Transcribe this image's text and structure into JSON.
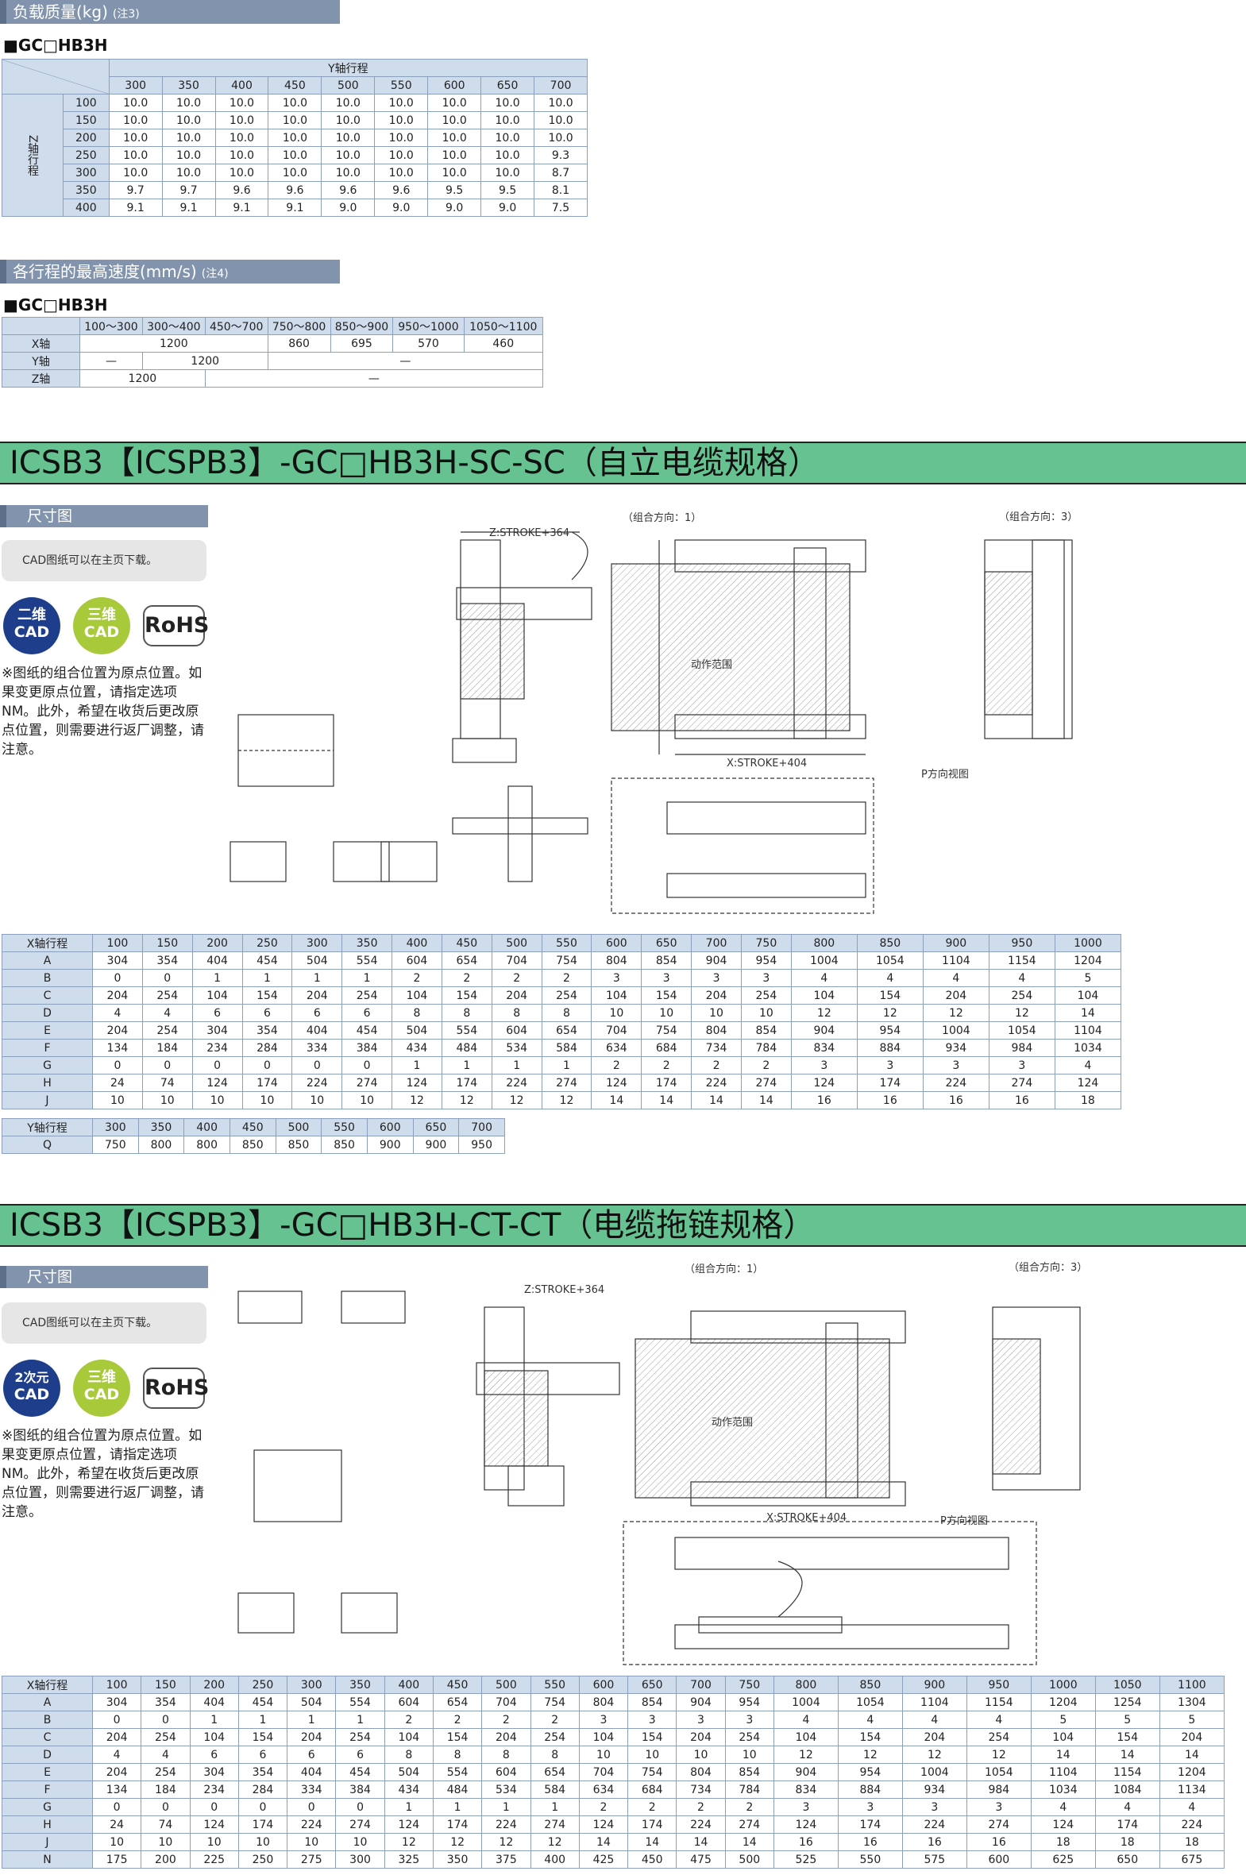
{
  "load": {
    "title": "负载质量(kg)",
    "note": "(注3)",
    "model": "■GC□HB3H",
    "y_header": "Y轴行程",
    "z_label": "Z轴行程",
    "y_strokes": [
      "300",
      "350",
      "400",
      "450",
      "500",
      "550",
      "600",
      "650",
      "700"
    ],
    "rows": [
      {
        "z": "100",
        "v": [
          "10.0",
          "10.0",
          "10.0",
          "10.0",
          "10.0",
          "10.0",
          "10.0",
          "10.0",
          "10.0"
        ]
      },
      {
        "z": "150",
        "v": [
          "10.0",
          "10.0",
          "10.0",
          "10.0",
          "10.0",
          "10.0",
          "10.0",
          "10.0",
          "10.0"
        ]
      },
      {
        "z": "200",
        "v": [
          "10.0",
          "10.0",
          "10.0",
          "10.0",
          "10.0",
          "10.0",
          "10.0",
          "10.0",
          "10.0"
        ]
      },
      {
        "z": "250",
        "v": [
          "10.0",
          "10.0",
          "10.0",
          "10.0",
          "10.0",
          "10.0",
          "10.0",
          "10.0",
          "9.3"
        ]
      },
      {
        "z": "300",
        "v": [
          "10.0",
          "10.0",
          "10.0",
          "10.0",
          "10.0",
          "10.0",
          "10.0",
          "10.0",
          "8.7"
        ]
      },
      {
        "z": "350",
        "v": [
          "9.7",
          "9.7",
          "9.6",
          "9.6",
          "9.6",
          "9.6",
          "9.5",
          "9.5",
          "8.1"
        ]
      },
      {
        "z": "400",
        "v": [
          "9.1",
          "9.1",
          "9.1",
          "9.1",
          "9.0",
          "9.0",
          "9.0",
          "9.0",
          "7.5"
        ]
      }
    ]
  },
  "speed": {
    "title": "各行程的最高速度(mm/s)",
    "note": "(注4)",
    "model": "■GC□HB3H",
    "headers": [
      "100～300",
      "300～400",
      "450～700",
      "750～800",
      "850～900",
      "950～1000",
      "1050～1100"
    ],
    "x_label": "X轴",
    "x_a": "1200",
    "x_b": "860",
    "x_c": "695",
    "x_d": "570",
    "x_e": "460",
    "y_label": "Y轴",
    "y_a": "—",
    "y_b": "1200",
    "y_c": "—",
    "z_label": "Z轴",
    "z_a": "1200",
    "z_b": "—"
  },
  "sc": {
    "title": "ICSB3【ICSPB3】-GC□HB3H-SC-SC（自立电缆规格）",
    "dim_label": "尺寸图",
    "cad_note": "CAD图纸可以在主页下载。",
    "badge1_l1": "二维",
    "badge1_l2": "CAD",
    "badge2_l1": "三维",
    "badge2_l2": "CAD",
    "rohs": "RoHS",
    "note": "※图纸的组合位置为原点位置。如果变更原点位置，请指定选项NM。此外，希望在收货后更改原点位置，则需要进行返厂调整，请注意。",
    "combo1": "（组合方向：1）",
    "combo3": "（组合方向：3）",
    "motion": "动作范围",
    "stroke_top": "Z:STROKE+364",
    "xstroke": "X:STROKE+404",
    "pview": "P方向视图",
    "x_table": {
      "head": "X轴行程",
      "cols": [
        "100",
        "150",
        "200",
        "250",
        "300",
        "350",
        "400",
        "450",
        "500",
        "550",
        "600",
        "650",
        "700",
        "750",
        "800",
        "850",
        "900",
        "950",
        "1000"
      ],
      "rows": [
        {
          "k": "A",
          "v": [
            "304",
            "354",
            "404",
            "454",
            "504",
            "554",
            "604",
            "654",
            "704",
            "754",
            "804",
            "854",
            "904",
            "954",
            "1004",
            "1054",
            "1104",
            "1154",
            "1204"
          ]
        },
        {
          "k": "B",
          "v": [
            "0",
            "0",
            "1",
            "1",
            "1",
            "1",
            "2",
            "2",
            "2",
            "2",
            "3",
            "3",
            "3",
            "3",
            "4",
            "4",
            "4",
            "4",
            "5"
          ]
        },
        {
          "k": "C",
          "v": [
            "204",
            "254",
            "104",
            "154",
            "204",
            "254",
            "104",
            "154",
            "204",
            "254",
            "104",
            "154",
            "204",
            "254",
            "104",
            "154",
            "204",
            "254",
            "104"
          ]
        },
        {
          "k": "D",
          "v": [
            "4",
            "4",
            "6",
            "6",
            "6",
            "6",
            "8",
            "8",
            "8",
            "8",
            "10",
            "10",
            "10",
            "10",
            "12",
            "12",
            "12",
            "12",
            "14"
          ]
        },
        {
          "k": "E",
          "v": [
            "204",
            "254",
            "304",
            "354",
            "404",
            "454",
            "504",
            "554",
            "604",
            "654",
            "704",
            "754",
            "804",
            "854",
            "904",
            "954",
            "1004",
            "1054",
            "1104"
          ]
        },
        {
          "k": "F",
          "v": [
            "134",
            "184",
            "234",
            "284",
            "334",
            "384",
            "434",
            "484",
            "534",
            "584",
            "634",
            "684",
            "734",
            "784",
            "834",
            "884",
            "934",
            "984",
            "1034"
          ]
        },
        {
          "k": "G",
          "v": [
            "0",
            "0",
            "0",
            "0",
            "0",
            "0",
            "1",
            "1",
            "1",
            "1",
            "2",
            "2",
            "2",
            "2",
            "3",
            "3",
            "3",
            "3",
            "4"
          ]
        },
        {
          "k": "H",
          "v": [
            "24",
            "74",
            "124",
            "174",
            "224",
            "274",
            "124",
            "174",
            "224",
            "274",
            "124",
            "174",
            "224",
            "274",
            "124",
            "174",
            "224",
            "274",
            "124"
          ]
        },
        {
          "k": "J",
          "v": [
            "10",
            "10",
            "10",
            "10",
            "10",
            "10",
            "12",
            "12",
            "12",
            "12",
            "14",
            "14",
            "14",
            "14",
            "16",
            "16",
            "16",
            "16",
            "18"
          ]
        }
      ]
    },
    "y_table": {
      "head": "Y轴行程",
      "cols": [
        "300",
        "350",
        "400",
        "450",
        "500",
        "550",
        "600",
        "650",
        "700"
      ],
      "rows": [
        {
          "k": "Q",
          "v": [
            "750",
            "800",
            "800",
            "850",
            "850",
            "850",
            "900",
            "900",
            "950"
          ]
        }
      ]
    }
  },
  "ct": {
    "title": "ICSB3【ICSPB3】-GC□HB3H-CT-CT（电缆拖链规格）",
    "dim_label": "尺寸图",
    "cad_note": "CAD图纸可以在主页下载。",
    "badge1_l1": "2次元",
    "badge1_l2": "CAD",
    "badge2_l1": "三维",
    "badge2_l2": "CAD",
    "rohs": "RoHS",
    "note": "※图纸的组合位置为原点位置。如果变更原点位置，请指定选项NM。此外，希望在收货后更改原点位置，则需要进行返厂调整，请注意。",
    "combo1": "（组合方向：1）",
    "combo3": "（组合方向：3）",
    "motion": "动作范围",
    "stroke_top": "Z:STROKE+364",
    "xstroke": "X:STROKE+404",
    "pview": "P方向视图",
    "x_table": {
      "head": "X轴行程",
      "cols": [
        "100",
        "150",
        "200",
        "250",
        "300",
        "350",
        "400",
        "450",
        "500",
        "550",
        "600",
        "650",
        "700",
        "750",
        "800",
        "850",
        "900",
        "950",
        "1000",
        "1050",
        "1100"
      ],
      "rows": [
        {
          "k": "A",
          "v": [
            "304",
            "354",
            "404",
            "454",
            "504",
            "554",
            "604",
            "654",
            "704",
            "754",
            "804",
            "854",
            "904",
            "954",
            "1004",
            "1054",
            "1104",
            "1154",
            "1204",
            "1254",
            "1304"
          ]
        },
        {
          "k": "B",
          "v": [
            "0",
            "0",
            "1",
            "1",
            "1",
            "1",
            "2",
            "2",
            "2",
            "2",
            "3",
            "3",
            "3",
            "3",
            "4",
            "4",
            "4",
            "4",
            "5",
            "5",
            "5"
          ]
        },
        {
          "k": "C",
          "v": [
            "204",
            "254",
            "104",
            "154",
            "204",
            "254",
            "104",
            "154",
            "204",
            "254",
            "104",
            "154",
            "204",
            "254",
            "104",
            "154",
            "204",
            "254",
            "104",
            "154",
            "204"
          ]
        },
        {
          "k": "D",
          "v": [
            "4",
            "4",
            "6",
            "6",
            "6",
            "6",
            "8",
            "8",
            "8",
            "8",
            "10",
            "10",
            "10",
            "10",
            "12",
            "12",
            "12",
            "12",
            "14",
            "14",
            "14"
          ]
        },
        {
          "k": "E",
          "v": [
            "204",
            "254",
            "304",
            "354",
            "404",
            "454",
            "504",
            "554",
            "604",
            "654",
            "704",
            "754",
            "804",
            "854",
            "904",
            "954",
            "1004",
            "1054",
            "1104",
            "1154",
            "1204"
          ]
        },
        {
          "k": "F",
          "v": [
            "134",
            "184",
            "234",
            "284",
            "334",
            "384",
            "434",
            "484",
            "534",
            "584",
            "634",
            "684",
            "734",
            "784",
            "834",
            "884",
            "934",
            "984",
            "1034",
            "1084",
            "1134"
          ]
        },
        {
          "k": "G",
          "v": [
            "0",
            "0",
            "0",
            "0",
            "0",
            "0",
            "1",
            "1",
            "1",
            "1",
            "2",
            "2",
            "2",
            "2",
            "3",
            "3",
            "3",
            "3",
            "4",
            "4",
            "4"
          ]
        },
        {
          "k": "H",
          "v": [
            "24",
            "74",
            "124",
            "174",
            "224",
            "274",
            "124",
            "174",
            "224",
            "274",
            "124",
            "174",
            "224",
            "274",
            "124",
            "174",
            "224",
            "274",
            "124",
            "174",
            "224"
          ]
        },
        {
          "k": "J",
          "v": [
            "10",
            "10",
            "10",
            "10",
            "10",
            "10",
            "12",
            "12",
            "12",
            "12",
            "14",
            "14",
            "14",
            "14",
            "16",
            "16",
            "16",
            "16",
            "18",
            "18",
            "18"
          ]
        },
        {
          "k": "N",
          "v": [
            "175",
            "200",
            "225",
            "250",
            "275",
            "300",
            "325",
            "350",
            "375",
            "400",
            "425",
            "450",
            "475",
            "500",
            "525",
            "550",
            "575",
            "600",
            "625",
            "650",
            "675"
          ]
        }
      ]
    }
  },
  "colors": {
    "section_bar": "#8294ad",
    "header_cell": "#cfdcec",
    "title_bar": "#66c391",
    "border": "#8aa0bd"
  }
}
